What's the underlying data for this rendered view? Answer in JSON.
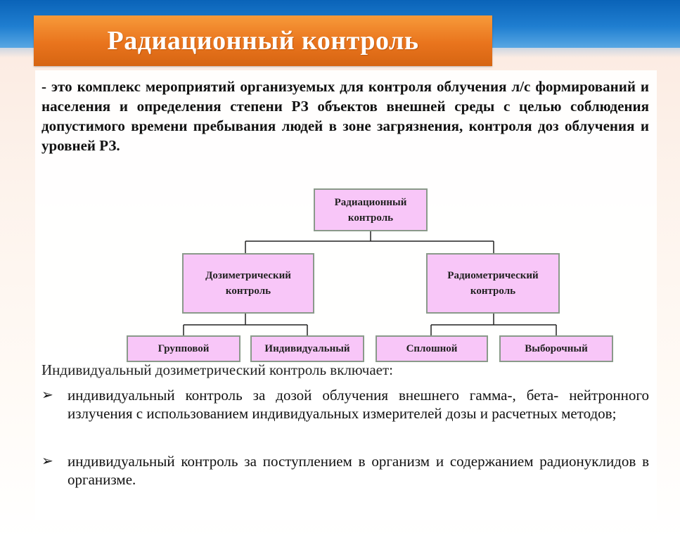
{
  "title": "Радиационный контроль",
  "definition": "- это комплекс мероприятий организуемых для контроля облучения л/с формирований и населения и определения степени РЗ объектов внешней среды с целью соблюдения допустимого времени пребывания людей в зоне загрязнения, контроля доз облучения и уровней РЗ.",
  "diagram": {
    "root": {
      "line1": "Радиационный",
      "line2": "контроль"
    },
    "left": {
      "line1": "Дозиметрический",
      "line2": "контроль"
    },
    "right": {
      "line1": "Радиометрический",
      "line2": "контроль"
    },
    "leaves": [
      "Групповой",
      "Индивидуальный",
      "Сплошной",
      "Выборочный"
    ]
  },
  "intro": "Индивидуальный дозиметрический контроль включает:",
  "bullets": [
    {
      "marker": "➢",
      "text": "индивидуальный контроль за дозой облучения внешнего гамма-, бета- нейтронного излучения с использованием индивидуальных измерителей дозы и расчетных методов;"
    },
    {
      "marker": "➢",
      "text": "индивидуальный контроль за поступлением в организм и содержанием радионуклидов в организме."
    }
  ]
}
